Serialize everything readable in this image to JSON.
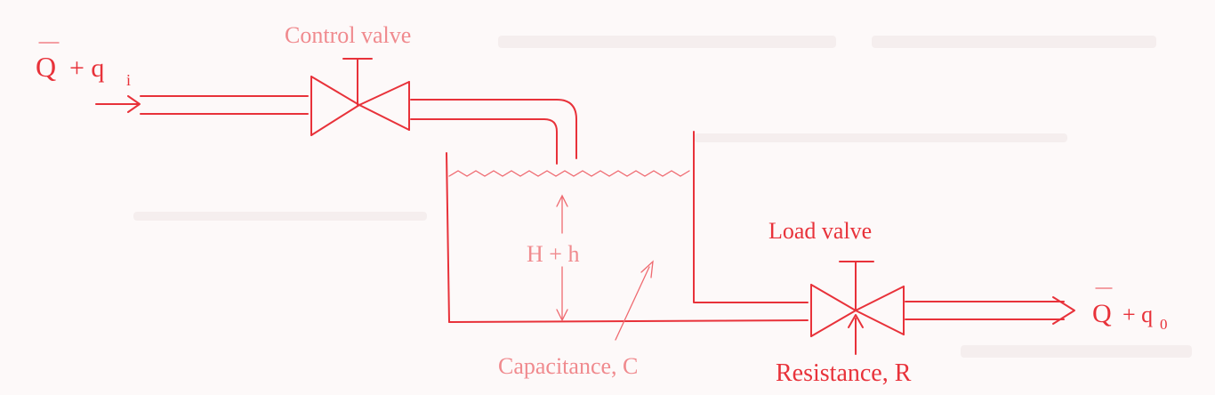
{
  "diagram": {
    "accent_color": "#e8323a",
    "labels": {
      "inflow_q": "Q",
      "inflow_rest": "+ q",
      "inflow_sub": "i",
      "control_valve": "Control valve",
      "level": "H + h",
      "load_valve": "Load valve",
      "capacitance": "Capacitance, C",
      "resistance": "Resistance, R",
      "outflow_q": "Q",
      "outflow_rest": "+ q",
      "outflow_sub": "0"
    }
  }
}
